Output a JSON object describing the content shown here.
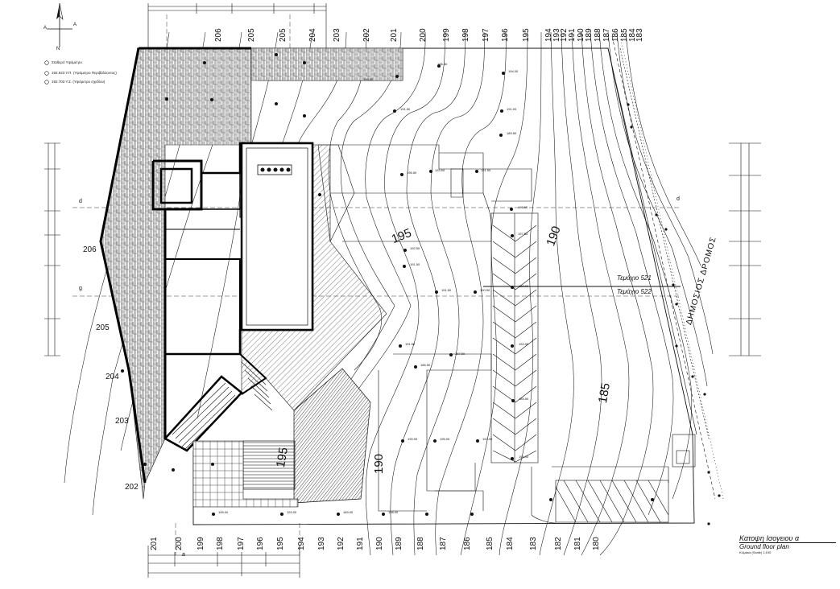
{
  "north_arrow": {
    "n": "N",
    "a1": "A",
    "a2": "A"
  },
  "legend": [
    {
      "symbol": "spot-icon",
      "text": "Σταθερό Υψόμετρο"
    },
    {
      "symbol": "spot-icon",
      "text": "192.623 Y.Π. (Υψόμετρο Περιβάλλοντος)"
    },
    {
      "symbol": "spot-icon",
      "text": "192.703 Y.Σ. (Υψόμετρο σχεδίου)"
    }
  ],
  "contours_top": [
    "206",
    "205",
    "205",
    "204",
    "203",
    "202",
    "201",
    "200",
    "199",
    "198",
    "197",
    "196",
    "195",
    "194",
    "193",
    "192",
    "191",
    "190",
    "189",
    "188",
    "187",
    "186",
    "185",
    "184",
    "183"
  ],
  "contours_bottom": [
    "201",
    "200",
    "199",
    "198",
    "197",
    "196",
    "195",
    "194",
    "193",
    "192",
    "191",
    "190",
    "189",
    "188",
    "187",
    "186",
    "185",
    "184",
    "183",
    "182",
    "181",
    "180"
  ],
  "contours_left": [
    "206",
    "205",
    "204",
    "203",
    "202"
  ],
  "contours_plot": [
    "195",
    "190",
    "190",
    "185",
    "195"
  ],
  "parcels": {
    "upper": "Τεμάχιο 521",
    "lower": "Τεμάχιο 522"
  },
  "road_name": "ΔΗΜΟΣΙΟΣ ΔΡΟΜΟΣ",
  "section_marks": {
    "d": "d",
    "g": "g",
    "a": "a"
  },
  "spot_levels": [
    "196.50",
    "194.00",
    "196.50",
    "191.50",
    "191.00",
    "189.50",
    "196.50",
    "193.50",
    "191.50",
    "190.50",
    "197.50",
    "192.50",
    "191.50",
    "192.00",
    "191.50",
    "190.50",
    "192.00",
    "191.50",
    "187.50",
    "186.50",
    "185.50",
    "190.00",
    "195.00",
    "192.00",
    "194.00",
    "195.00",
    "193.00",
    "189.00",
    "188.00"
  ],
  "title": {
    "gr": "Κατοψη Ισογειου α",
    "en": "Ground floor plan",
    "scale": "Κλίμακα (Scale) 1:100"
  }
}
